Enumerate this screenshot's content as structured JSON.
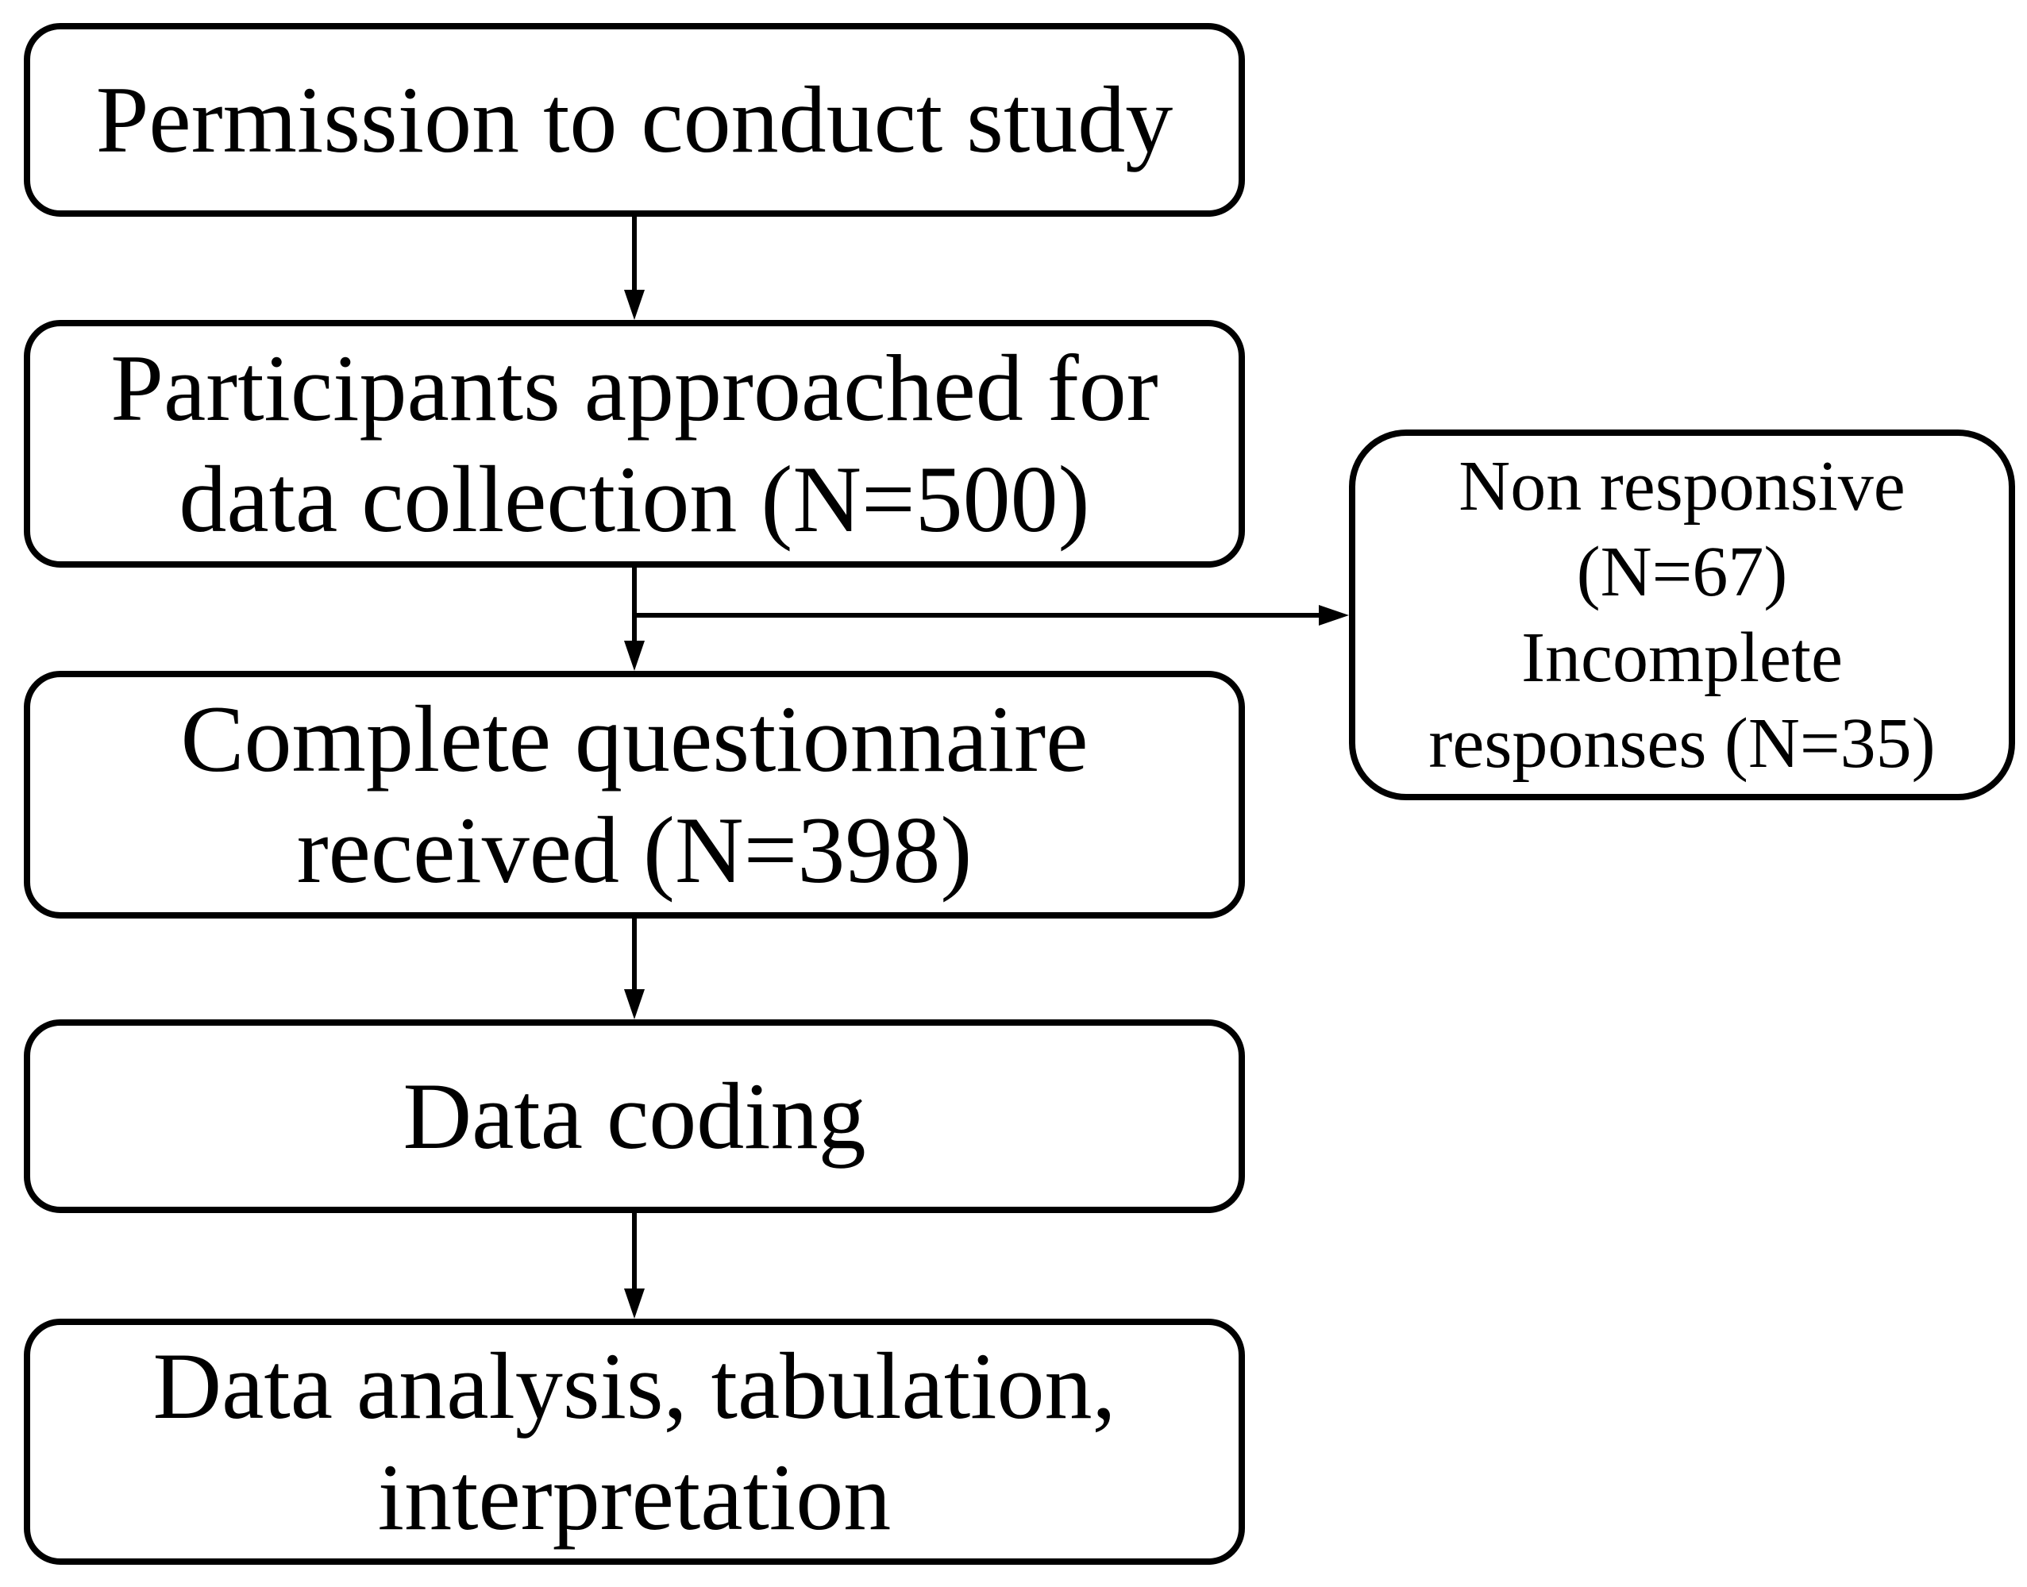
{
  "colors": {
    "stroke": "#000000",
    "background": "#ffffff"
  },
  "boxes": {
    "permission": {
      "lines": [
        "Permission to conduct study"
      ]
    },
    "participants": {
      "lines": [
        "Participants approached for",
        "data collection (N=500)"
      ]
    },
    "complete": {
      "lines": [
        "Complete questionnaire",
        "received (N=398)"
      ]
    },
    "coding": {
      "lines": [
        "Data coding"
      ]
    },
    "analysis": {
      "lines": [
        "Data analysis, tabulation,",
        "interpretation"
      ]
    },
    "excluded": {
      "lines": [
        "Non responsive",
        "(N=67)",
        "Incomplete",
        "responses (N=35)"
      ]
    }
  }
}
